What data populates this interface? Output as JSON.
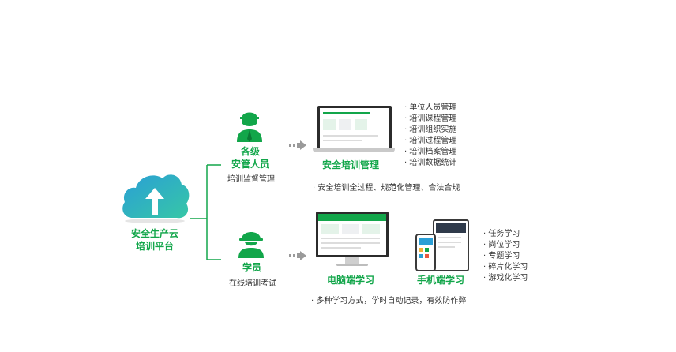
{
  "platform": {
    "label_line1": "安全生产云",
    "label_line2": "培训平台"
  },
  "manager": {
    "role_line1": "各级",
    "role_line2": "安管人员",
    "duty": "培训监督管理",
    "system_label": "安全培训管理",
    "features": [
      "· 单位人员管理",
      "· 培训课程管理",
      "· 培训组织实施",
      "· 培训过程管理",
      "· 培训档案管理",
      "· 培训数据统计"
    ],
    "summary": "· 安全培训全过程、规范化管理、合法合规"
  },
  "student": {
    "role": "学员",
    "duty": "在线培训考试",
    "pc_label": "电脑端学习",
    "mobile_label": "手机端学习",
    "features": [
      "· 任务学习",
      "· 岗位学习",
      "· 专题学习",
      "· 碎片化学习",
      "· 游戏化学习"
    ],
    "summary": "· 多种学习方式，学时自动记录，有效防作弊"
  },
  "colors": {
    "brand_green": "#12a64a",
    "cloud_blue": "#2a9fd6",
    "cloud_teal": "#37c7a6"
  }
}
